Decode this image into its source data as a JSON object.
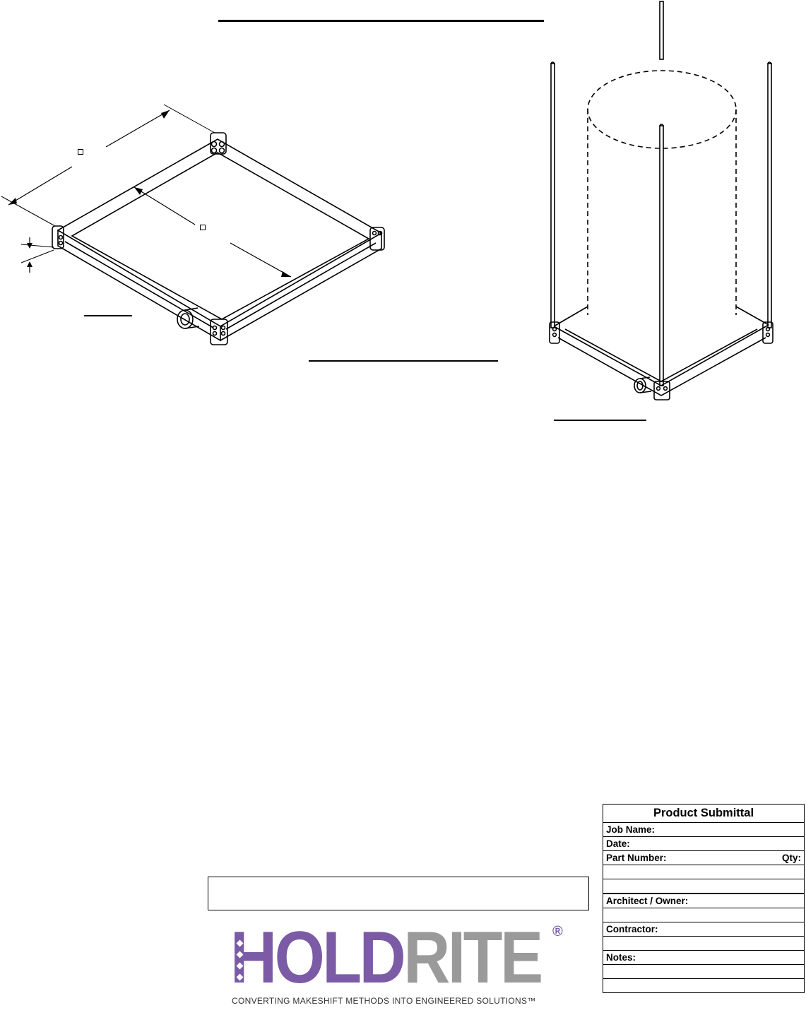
{
  "submittal": {
    "title": "Product Submittal",
    "job_name_label": "Job Name:",
    "date_label": "Date:",
    "part_number_label": "Part Number:",
    "qty_label": "Qty:",
    "architect_label": "Architect / Owner:",
    "contractor_label": "Contractor:",
    "notes_label": "Notes:"
  },
  "logo": {
    "hold": "HOLD",
    "rite": "RITE",
    "registered": "®",
    "tagline": "CONVERTING MAKESHIFT METHODS INTO ENGINEERED SOLUTIONS™"
  },
  "colors": {
    "brand_purple": "#7b5aa6",
    "brand_gray": "#9a9a9a"
  },
  "icons": {
    "dimension_marker": "square-marker-icon"
  }
}
